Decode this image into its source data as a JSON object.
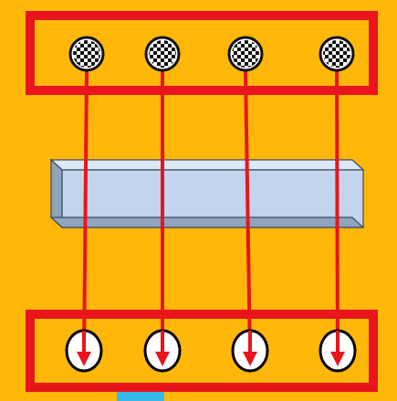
{
  "colors": {
    "background": "#ffb70a",
    "frame": "#e8151d",
    "arrow": "#e8151d",
    "bar_top": "#dde8f5",
    "bar_front": "#c2d5ec",
    "bar_side": "#8fa4bd",
    "bar_edge": "#3b4b63",
    "receiver_fill": "#ffffff",
    "emitter_dark": "#111111",
    "emitter_light": "#ffffff",
    "corner_accent": "#37b8e8"
  },
  "emitters": [
    {
      "icon": "checkered-ball-icon"
    },
    {
      "icon": "checkered-ball-icon"
    },
    {
      "icon": "checkered-ball-icon"
    },
    {
      "icon": "checkered-ball-icon"
    }
  ],
  "receivers": [
    {
      "icon": "white-oval-receiver-icon"
    },
    {
      "icon": "white-oval-receiver-icon"
    },
    {
      "icon": "white-oval-receiver-icon"
    },
    {
      "icon": "white-oval-receiver-icon"
    }
  ],
  "beams": [
    {
      "from": 0,
      "to": 0
    },
    {
      "from": 1,
      "to": 1
    },
    {
      "from": 2,
      "to": 2
    },
    {
      "from": 3,
      "to": 3
    }
  ],
  "obstacle": {
    "icon": "rectangular-bar-icon"
  }
}
